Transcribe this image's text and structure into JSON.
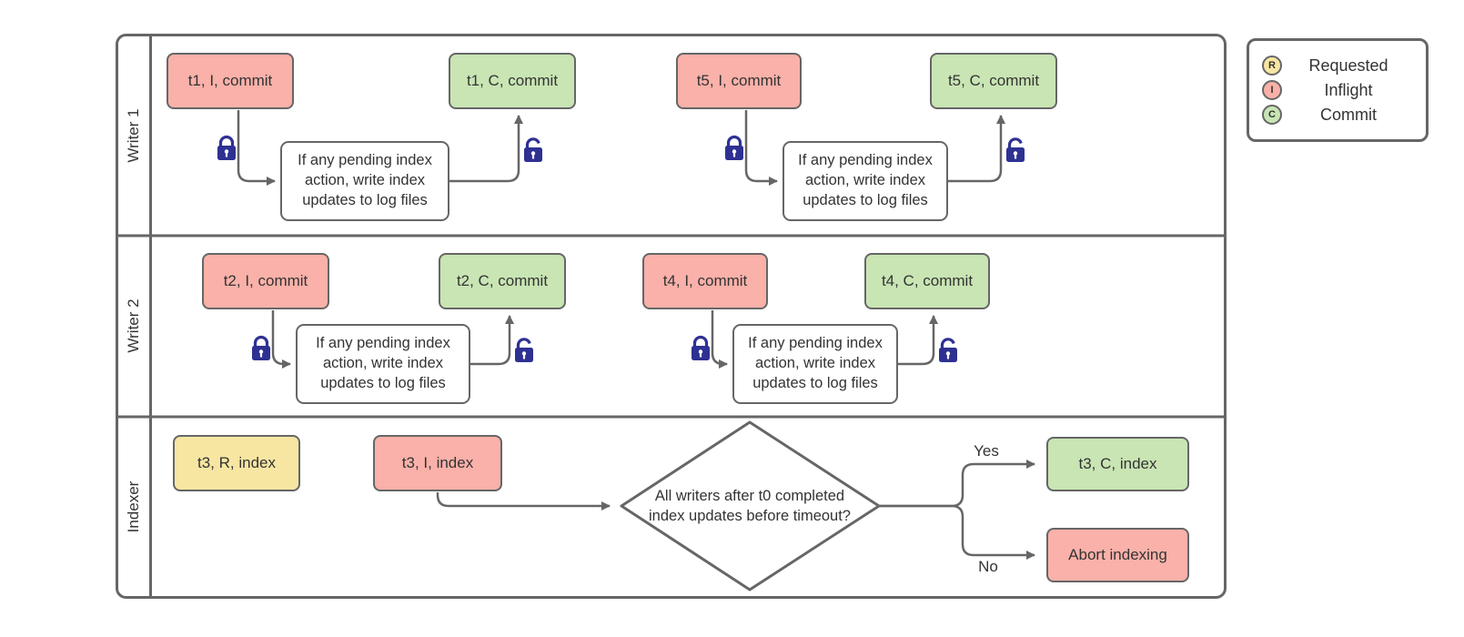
{
  "diagram": {
    "lanes": [
      {
        "label": "Writer 1"
      },
      {
        "label": "Writer 2"
      },
      {
        "label": "Indexer"
      }
    ],
    "nodes": {
      "t1_inflight": "t1, I, commit",
      "t1_commit": "t1, C, commit",
      "t5_inflight": "t5, I, commit",
      "t5_commit": "t5, C, commit",
      "t2_inflight": "t2, I, commit",
      "t2_commit": "t2, C, commit",
      "t4_inflight": "t4, I, commit",
      "t4_commit": "t4, C, commit",
      "t3_requested": "t3, R, index",
      "t3_inflight": "t3, I, index",
      "t3_commit": "t3, C, index",
      "abort": "Abort indexing",
      "process": "If any pending index action, write index updates to log files",
      "decision": "All writers after t0 completed index updates before timeout?"
    },
    "edge_labels": {
      "yes": "Yes",
      "no": "No"
    },
    "icons": {
      "before_process": "lock-closed-icon",
      "after_process": "lock-open-icon"
    },
    "colors": {
      "requested_fill": "#F7E6A2",
      "inflight_fill": "#F9B1A9",
      "commit_fill": "#C9E5B4",
      "stroke": "#666666",
      "lock": "#2E3192",
      "text": "#333333"
    }
  },
  "legend": {
    "items": [
      {
        "letter": "R",
        "label": "Requested",
        "fill": "#F7E6A2"
      },
      {
        "letter": "I",
        "label": "Inflight",
        "fill": "#F9B1A9"
      },
      {
        "letter": "C",
        "label": "Commit",
        "fill": "#C9E5B4"
      }
    ]
  }
}
